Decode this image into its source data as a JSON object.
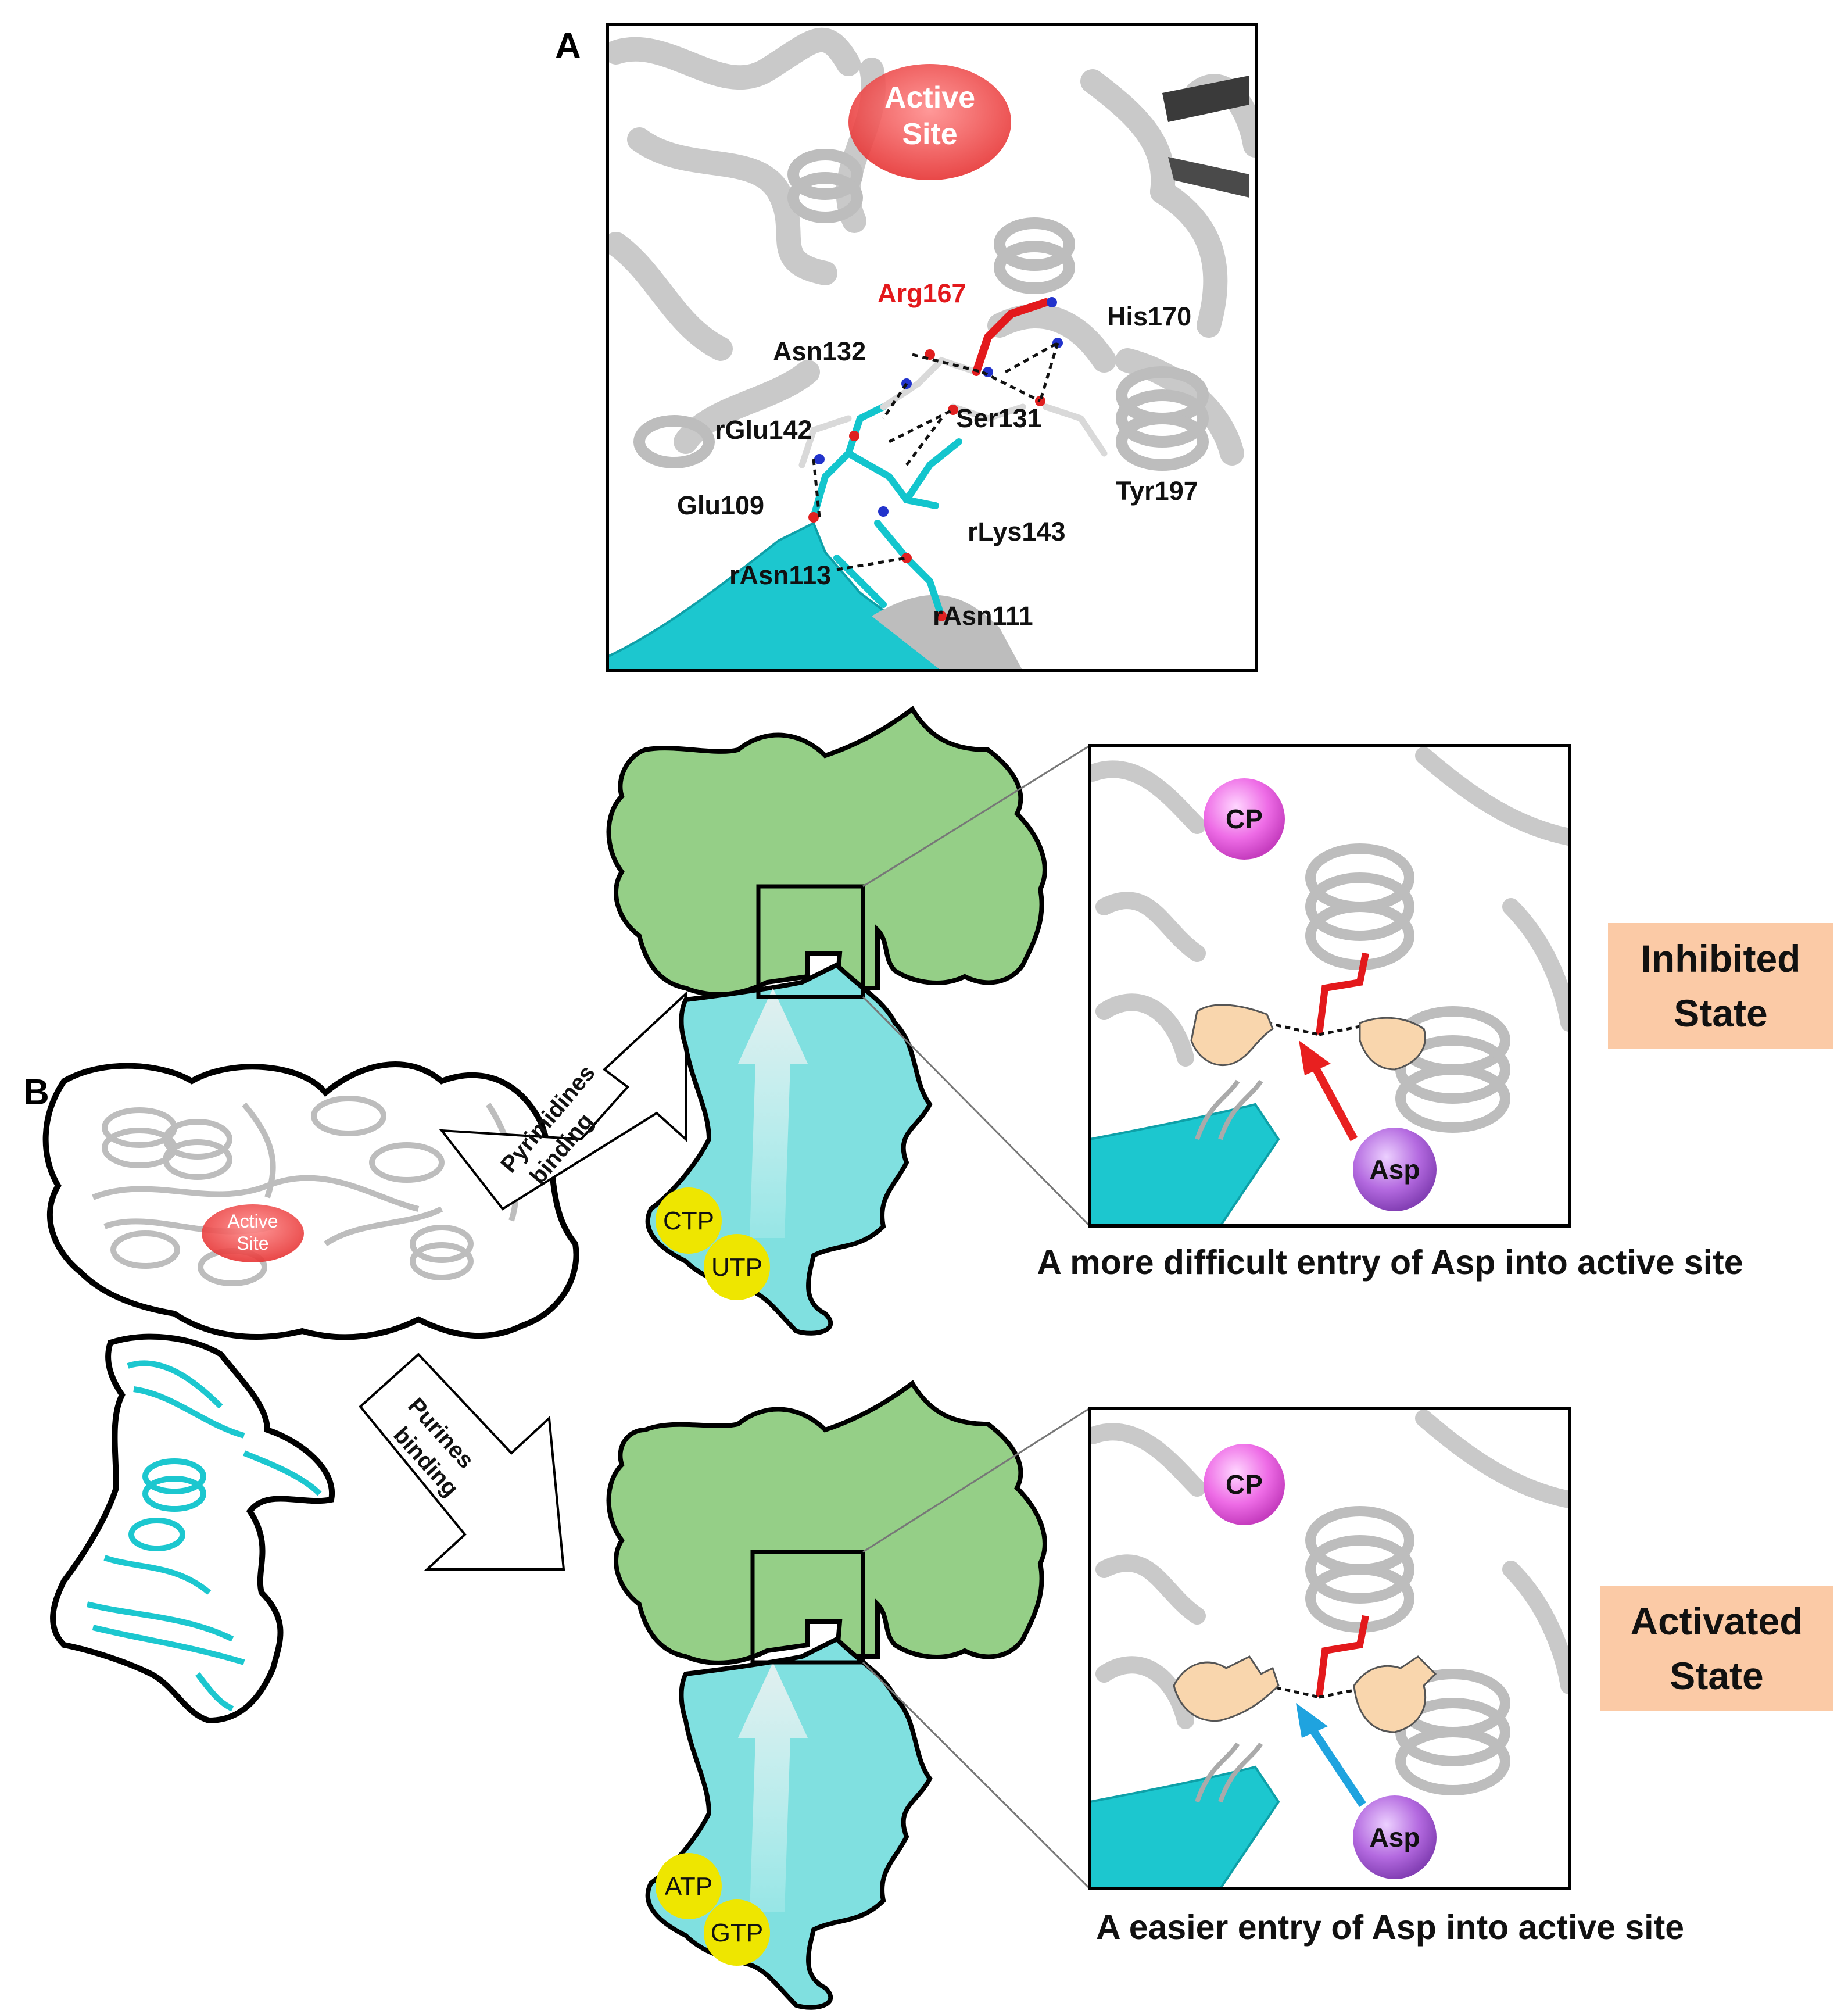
{
  "panel_a": {
    "letter": "A",
    "active_site": [
      "Active",
      "Site"
    ],
    "key_residue": "Arg167",
    "residues": {
      "his170": "His170",
      "asn132": "Asn132",
      "rglu142": "rGlu142",
      "ser131": "Ser131",
      "glu109": "Glu109",
      "tyr197": "Tyr197",
      "rlys143": "rLys143",
      "rasn113": "rAsn113",
      "rasn111": "rAsn111"
    }
  },
  "panel_b": {
    "letter": "B",
    "active_site": [
      "Active",
      "Site"
    ],
    "pyrimidine_arrow": [
      "Pyrimidines",
      "binding"
    ],
    "purine_arrow": [
      "Purines",
      "binding"
    ],
    "inhibited": {
      "ligands": [
        "CTP",
        "UTP"
      ],
      "cp_label": "CP",
      "asp_label": "Asp",
      "state": [
        "Inhibited",
        "State"
      ],
      "caption": "A more difficult entry of Asp into active site"
    },
    "activated": {
      "ligands": [
        "ATP",
        "GTP"
      ],
      "cp_label": "CP",
      "asp_label": "Asp",
      "state": [
        "Activated",
        "State"
      ],
      "caption": "A easier entry of Asp into active site"
    }
  },
  "colors": {
    "catalytic": "#95cf87",
    "regulatory": "#80e0e0",
    "cyan_ribbon": "#18c8d0",
    "protein_grey": "#cfcfcf",
    "active_site": "#ee3b3b",
    "highlight_red": "#e3191c",
    "nucleotide": "#eee600",
    "cp": "#ee6ce6",
    "asp": "#b46ae0",
    "state_box": "#fbcaa6",
    "inhibit_arrow": "#e82020",
    "activate_arrow": "#1fa3df"
  }
}
